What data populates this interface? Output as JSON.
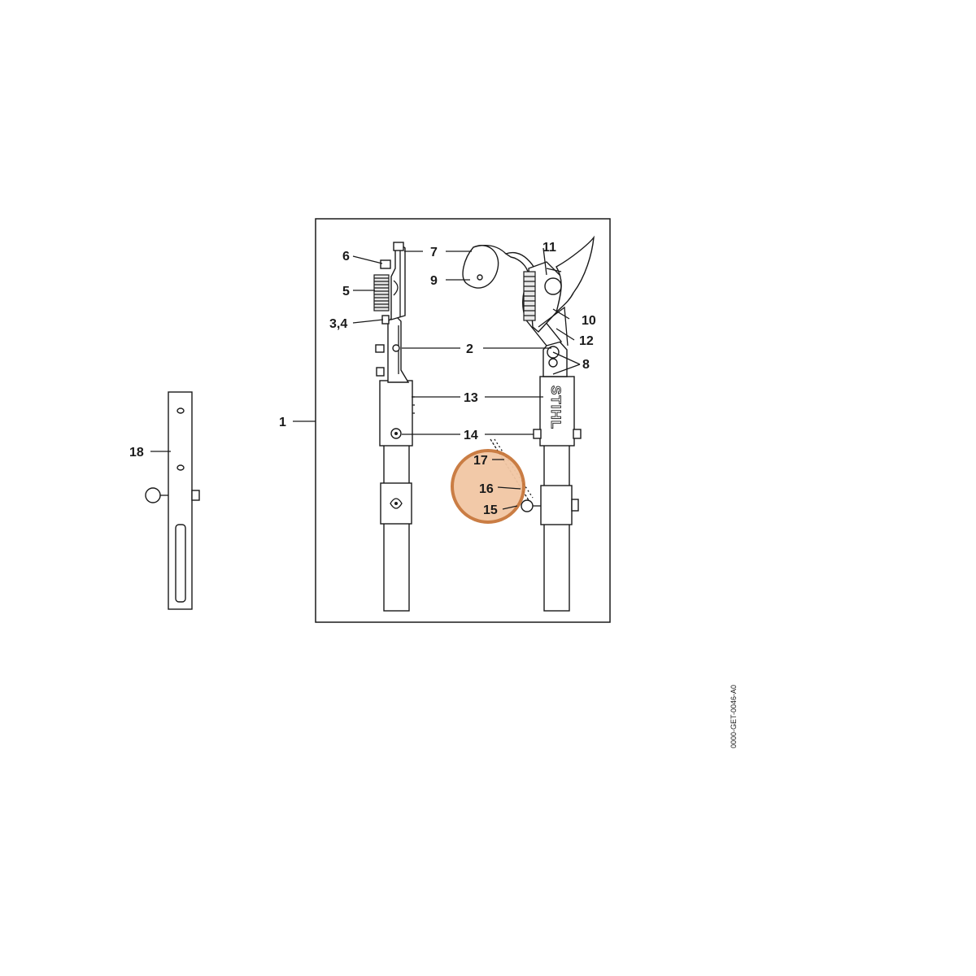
{
  "drawing_code": "0000-GET-0046-A0",
  "brand": "STIHL",
  "highlight_color": "#c8773a",
  "highlight_fill": "#f2c7a4",
  "callouts": {
    "c1": "1",
    "c2": "2",
    "c3_4": "3,4",
    "c5": "5",
    "c6": "6",
    "c7": "7",
    "c8": "8",
    "c9": "9",
    "c10": "10",
    "c11": "11",
    "c12": "12",
    "c13": "13",
    "c14": "14",
    "c15": "15",
    "c16": "16",
    "c17": "17",
    "c18": "18"
  }
}
